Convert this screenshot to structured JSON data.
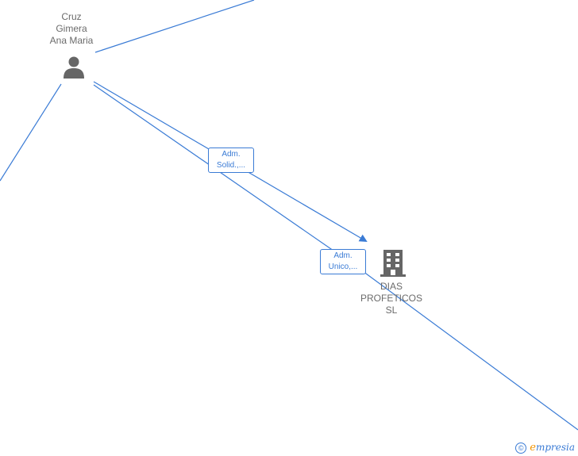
{
  "colors": {
    "edge": "#3a7bd5",
    "icon": "#666666",
    "text": "#6b6b6b",
    "brand_accent": "#f29400"
  },
  "nodes": {
    "person": {
      "label": "Cruz\nGimera\nAna Maria",
      "icon": "person-icon"
    },
    "company": {
      "label": "DIAS\nPROFETICOS\nSL",
      "icon": "building-icon"
    }
  },
  "edges": [
    {
      "line1": "Adm.",
      "line2": "Solid.,..."
    },
    {
      "line1": "Adm.",
      "line2": "Unico,..."
    }
  ],
  "brand": {
    "copyright": "©",
    "first_letter": "e",
    "rest": "mpresia"
  }
}
